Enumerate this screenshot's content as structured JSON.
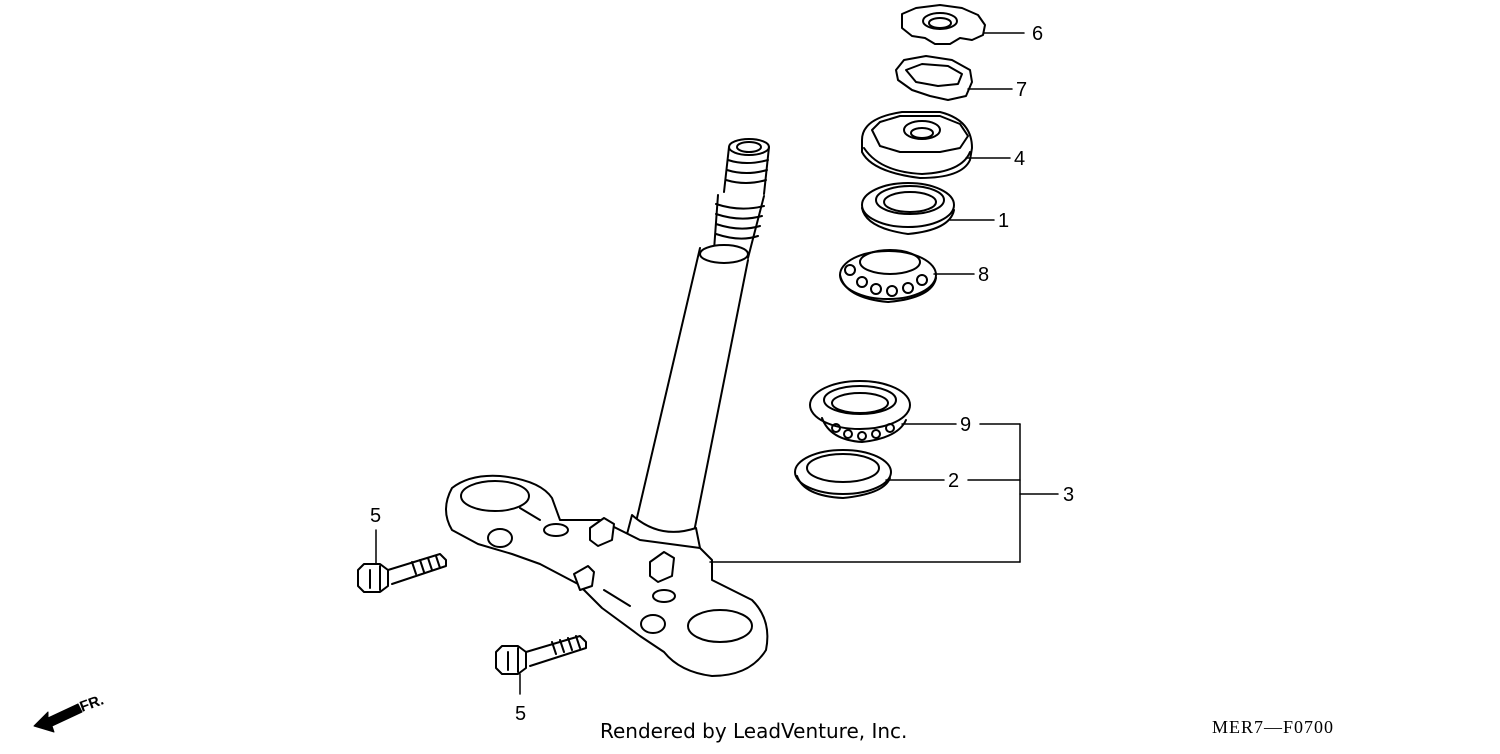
{
  "diagram": {
    "callouts": {
      "part_6": "6",
      "part_7": "7",
      "part_4": "4",
      "part_1": "1",
      "part_8": "8",
      "part_9": "9",
      "part_2": "2",
      "part_3": "3",
      "part_5_upper": "5",
      "part_5_lower": "5"
    },
    "direction_label": "FR.",
    "footer_text": "Rendered by LeadVenture, Inc.",
    "diagram_code": "MER7—F0700",
    "colors": {
      "ink": "#000000",
      "background": "#ffffff"
    }
  }
}
